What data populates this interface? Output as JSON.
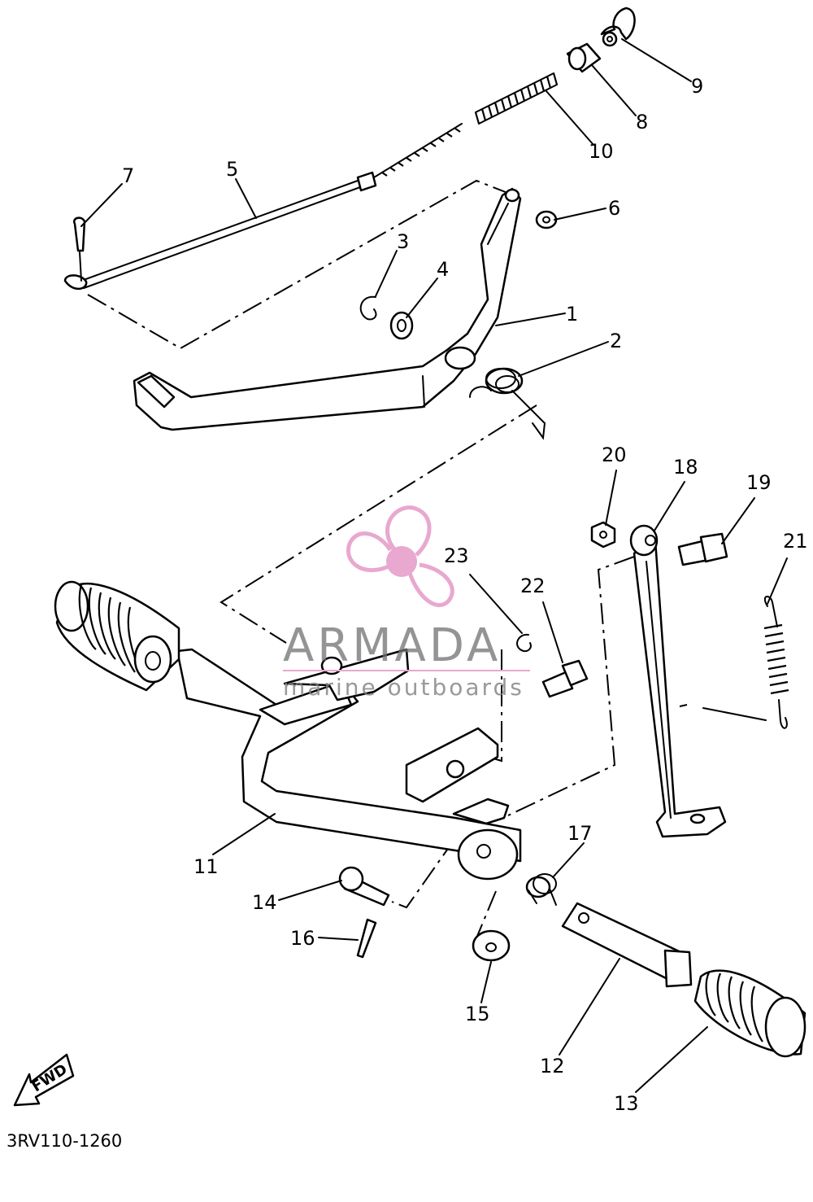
{
  "callouts": [
    {
      "id": "1",
      "text": "1"
    },
    {
      "id": "2",
      "text": "2"
    },
    {
      "id": "3",
      "text": "3"
    },
    {
      "id": "4",
      "text": "4"
    },
    {
      "id": "5",
      "text": "5"
    },
    {
      "id": "6",
      "text": "6"
    },
    {
      "id": "7",
      "text": "7"
    },
    {
      "id": "8",
      "text": "8"
    },
    {
      "id": "9",
      "text": "9"
    },
    {
      "id": "10",
      "text": "10"
    },
    {
      "id": "11",
      "text": "11"
    },
    {
      "id": "12",
      "text": "12"
    },
    {
      "id": "13",
      "text": "13"
    },
    {
      "id": "14",
      "text": "14"
    },
    {
      "id": "15",
      "text": "15"
    },
    {
      "id": "16",
      "text": "16"
    },
    {
      "id": "17",
      "text": "17"
    },
    {
      "id": "18",
      "text": "18"
    },
    {
      "id": "19",
      "text": "19"
    },
    {
      "id": "20",
      "text": "20"
    },
    {
      "id": "21",
      "text": "21"
    },
    {
      "id": "22",
      "text": "22"
    },
    {
      "id": "23",
      "text": "23"
    }
  ],
  "diagram_code": "3RV110-1260",
  "fwd_label": "FWD",
  "watermark": {
    "brand": "ARMADA",
    "tagline": "marine outboards",
    "logo_icon": "propeller-logo-icon",
    "logo_color": "#e8a8cf",
    "text_color": "#707070"
  }
}
